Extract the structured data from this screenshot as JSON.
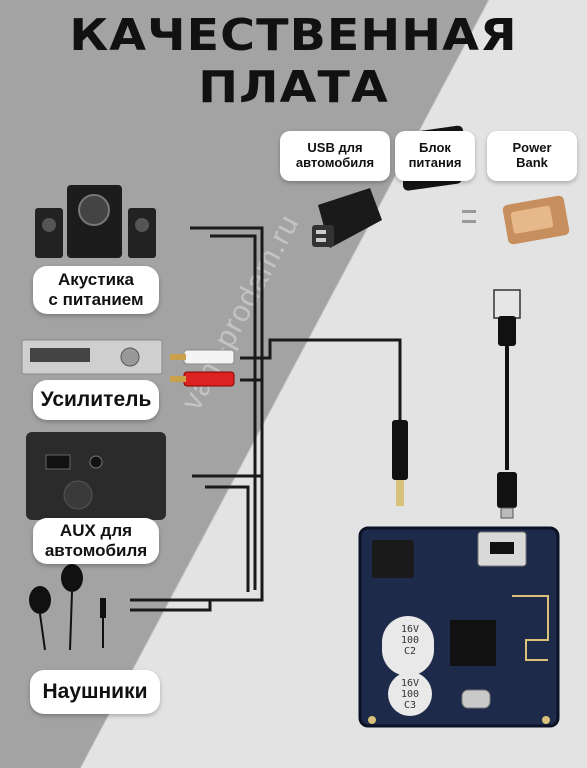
{
  "title": {
    "line1": "КАЧЕСТВЕННАЯ",
    "line2": "ПЛАТА"
  },
  "power_sources": [
    {
      "line1": "USB для",
      "line2": "автомобиля"
    },
    {
      "line1": "Блок",
      "line2": "питания"
    },
    {
      "line1": "Power",
      "line2": "Bank"
    }
  ],
  "devices": {
    "speakers": {
      "line1": "Акустика",
      "line2": "с питанием"
    },
    "amplifier": {
      "line1": "Усилитель"
    },
    "car_aux": {
      "line1": "AUX для",
      "line2": "автомобиля"
    },
    "headphones": {
      "line1": "Наушники"
    }
  },
  "watermark": "vam-prodam.ru",
  "board": {
    "cap1": [
      "16V",
      "100",
      "C2"
    ],
    "cap2": [
      "16V",
      "100",
      "C3"
    ]
  }
}
